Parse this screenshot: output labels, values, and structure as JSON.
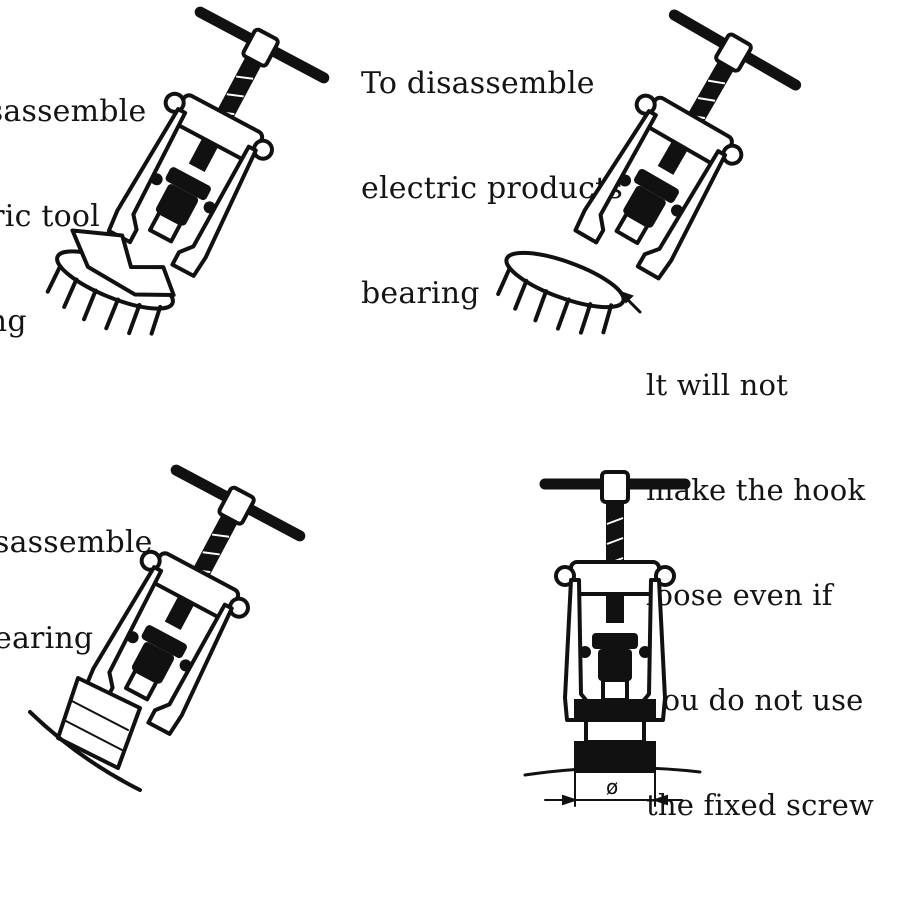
{
  "captions": {
    "top_left": [
      "isassemble",
      "tric tool",
      "ing"
    ],
    "top_right": [
      "To disassemble",
      "electric products",
      "bearing"
    ],
    "note": [
      "lt will not",
      "make the hook",
      "loose even if",
      "you do not use",
      "the fixed screw"
    ],
    "bottom_left": [
      "sassemble",
      "earing"
    ]
  },
  "dimension_symbol": "ø",
  "colors": {
    "ink": "#111111",
    "background": "#ffffff"
  }
}
